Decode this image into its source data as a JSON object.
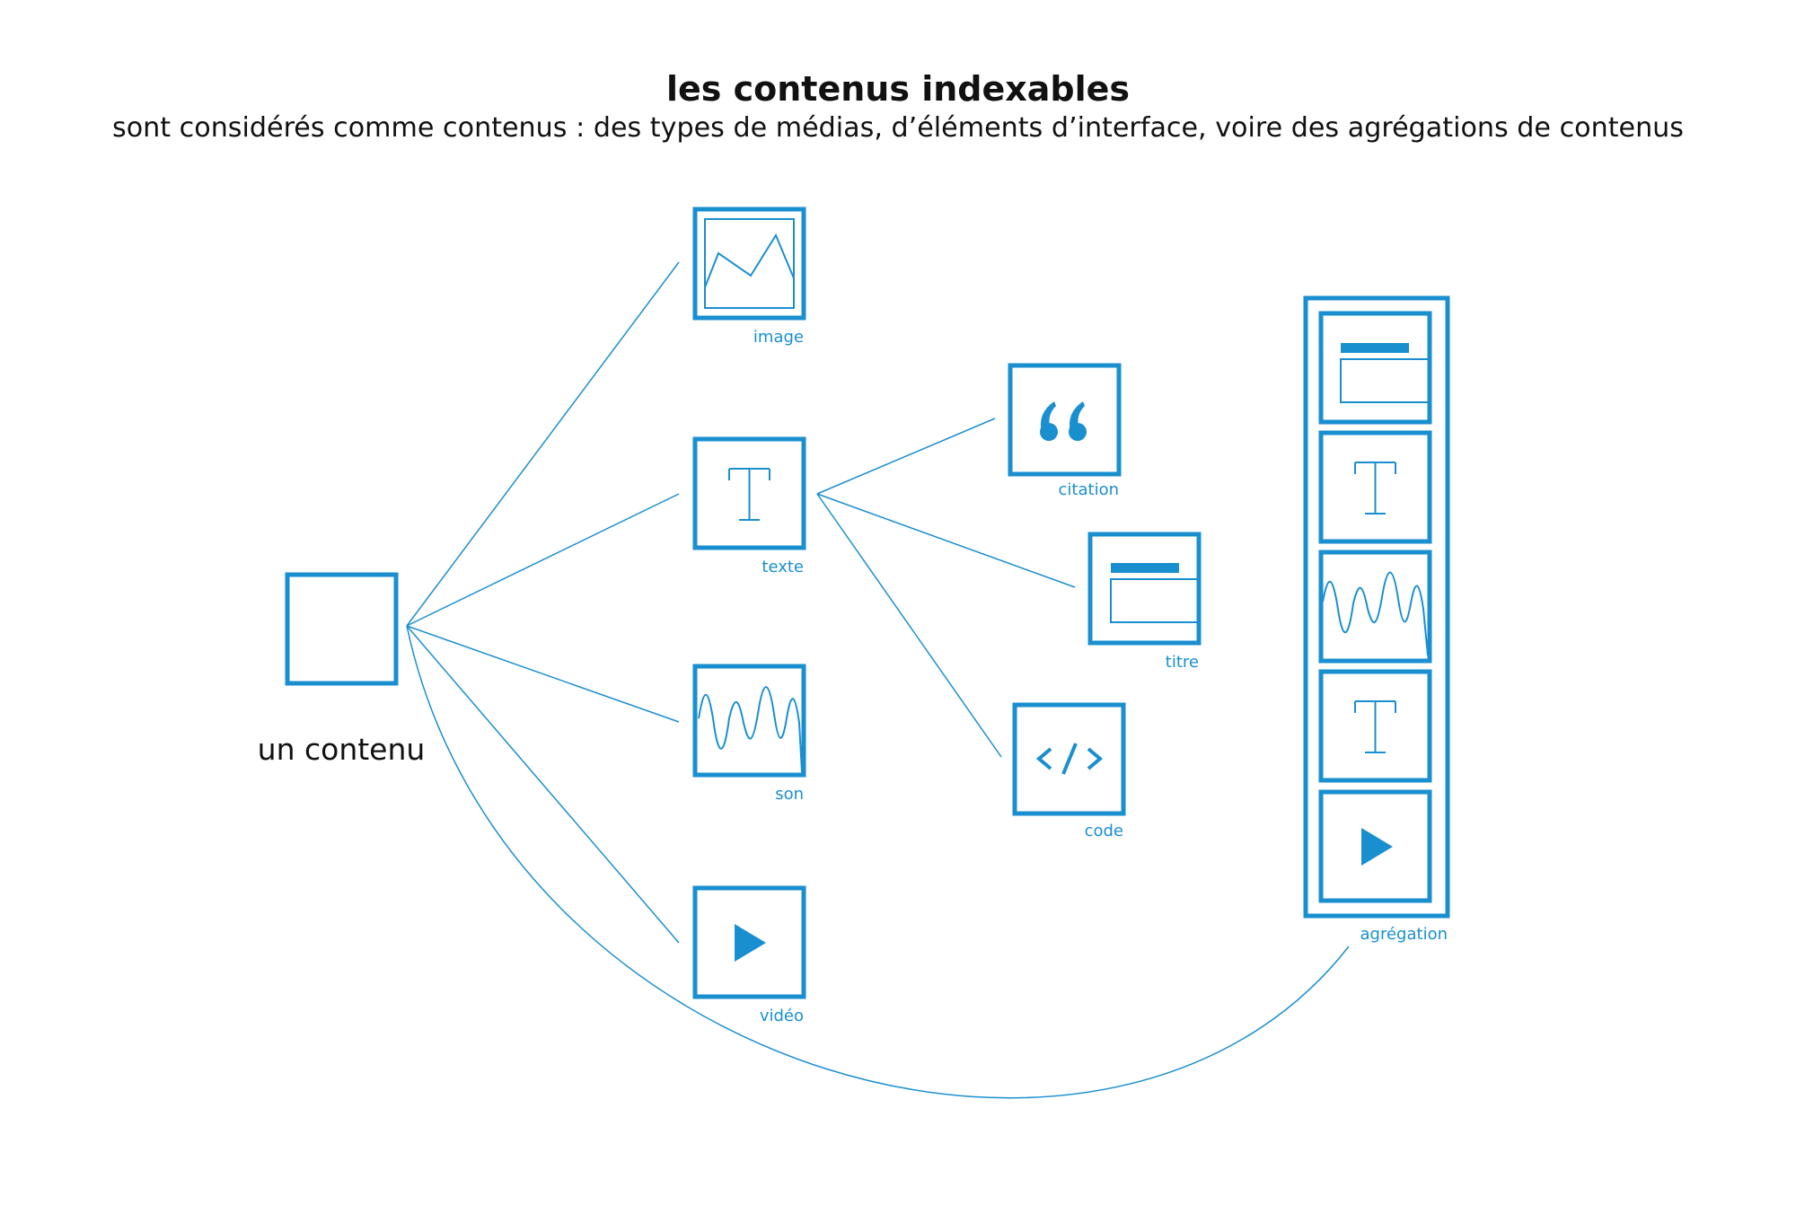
{
  "title": "les contenus indexables",
  "subtitle": "sont considérés comme contenus : des types de médias, d’éléments d’interface, voire des agrégations de contenus",
  "root": {
    "label": "un contenu"
  },
  "types": {
    "image": "image",
    "texte": "texte",
    "son": "son",
    "video": "vidéo"
  },
  "text_subtypes": {
    "citation": "citation",
    "titre": "titre",
    "code": "code"
  },
  "aggregation": {
    "label": "agrégation"
  },
  "colors": {
    "accent": "#1a8fd0",
    "text": "#111111",
    "background": "#ffffff"
  },
  "icons": [
    "empty-square",
    "image-icon",
    "text-t-icon",
    "sound-wave-icon",
    "play-icon",
    "quote-icon",
    "title-block-icon",
    "code-icon"
  ]
}
